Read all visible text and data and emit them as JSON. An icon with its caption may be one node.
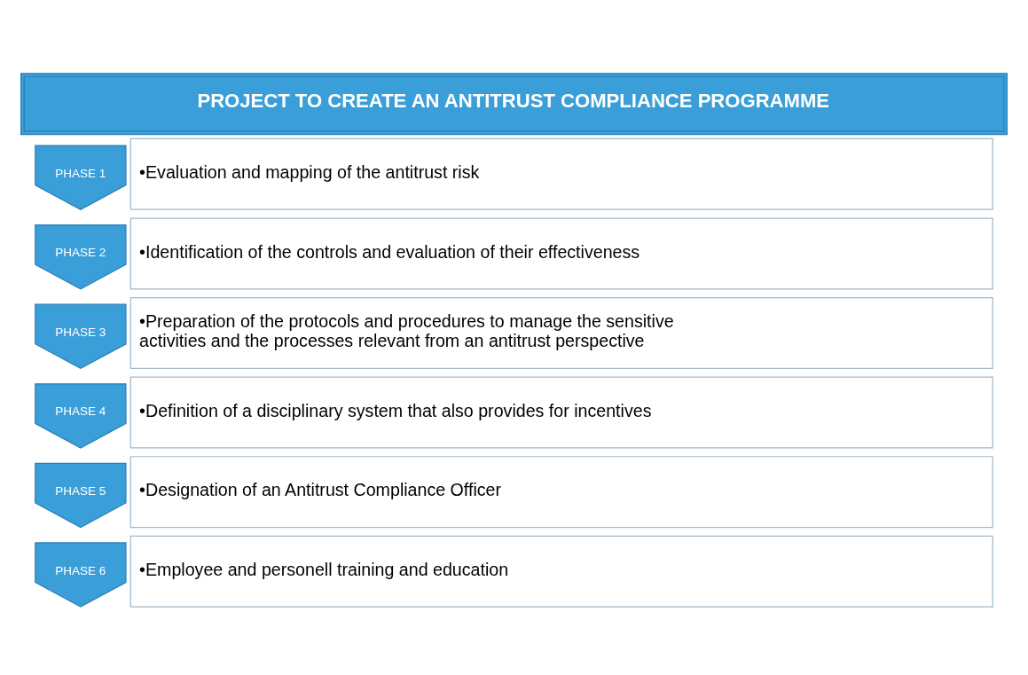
{
  "diagram": {
    "title": "PROJECT TO CREATE AN ANTITRUST COMPLIANCE PROGRAMME",
    "nodes": [
      {
        "text": [
          "PHASE 1"
        ]
      },
      {
        "text": [
          "•Evaluation and mapping of the antitrust risk"
        ]
      },
      {
        "text": [
          "PHASE 2"
        ]
      },
      {
        "text": [
          "•Identification of the controls and evaluation of their effectiveness"
        ]
      },
      {
        "text": [
          "PHASE 3"
        ]
      },
      {
        "text": [
          "•Preparation of the protocols and procedures to manage the sensitive activities and the processes relevant from an antitrust perspective"
        ]
      },
      {
        "text": [
          "PHASE 4"
        ]
      },
      {
        "text": [
          "•Definition of a disciplinary system that also provides for incentives"
        ]
      },
      {
        "text": [
          "PHASE 5"
        ]
      },
      {
        "text": [
          "•Designation of an Antitrust Compliance Officer"
        ]
      },
      {
        "text": [
          "PHASE 6"
        ]
      },
      {
        "text": [
          "•Employee and personell training and education"
        ]
      }
    ],
    "edges": []
  }
}
